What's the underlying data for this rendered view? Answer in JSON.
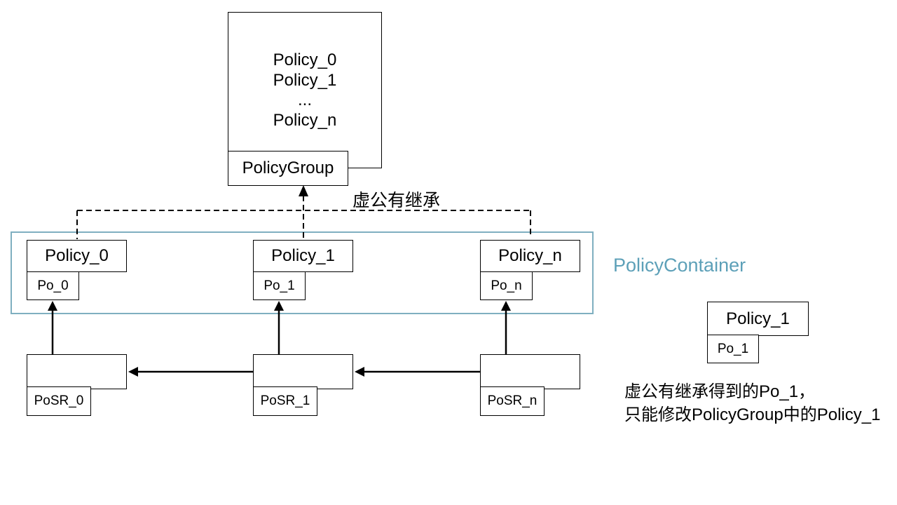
{
  "colors": {
    "background": "#ffffff",
    "line": "#000000",
    "container_border": "#7fafc0",
    "container_label_text": "#5da0b8"
  },
  "policy_group": {
    "stack": [
      "Policy_0",
      "Policy_1",
      "...",
      "Policy_n"
    ],
    "label": "PolicyGroup"
  },
  "inheritance": {
    "label": "虚公有继承"
  },
  "policy_container": {
    "label": "PolicyContainer",
    "policies": [
      {
        "name": "Policy_0",
        "member": "Po_0"
      },
      {
        "name": "Policy_1",
        "member": "Po_1"
      },
      {
        "name": "Policy_n",
        "member": "Po_n"
      }
    ]
  },
  "posr": {
    "items": [
      {
        "label": "PoSR_0"
      },
      {
        "label": "PoSR_1"
      },
      {
        "label": "PoSR_n"
      }
    ]
  },
  "detail": {
    "policy": "Policy_1",
    "member": "Po_1",
    "note": [
      "虚公有继承得到的Po_1，",
      "只能修改PolicyGroup中的Policy_1"
    ]
  }
}
